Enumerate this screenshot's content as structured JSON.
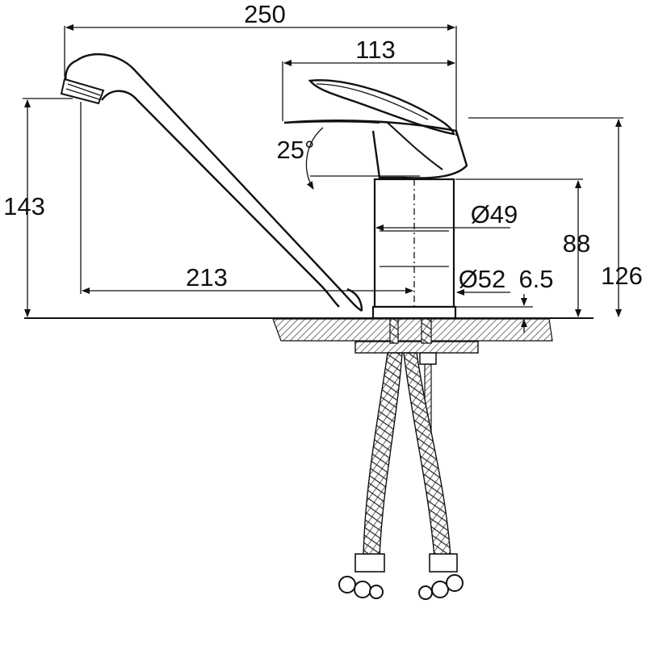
{
  "drawing": {
    "dimensions": {
      "overall_length": "250",
      "handle_length": "113",
      "handle_angle": "25°",
      "spout_height": "143",
      "spout_reach": "213",
      "body_diameter": "Ø49",
      "base_diameter": "Ø52",
      "base_thickness": "6.5",
      "body_height": "88",
      "total_height": "126"
    },
    "colors": {
      "ink": "#111111",
      "background": "#ffffff",
      "hatch": "#555555"
    }
  }
}
